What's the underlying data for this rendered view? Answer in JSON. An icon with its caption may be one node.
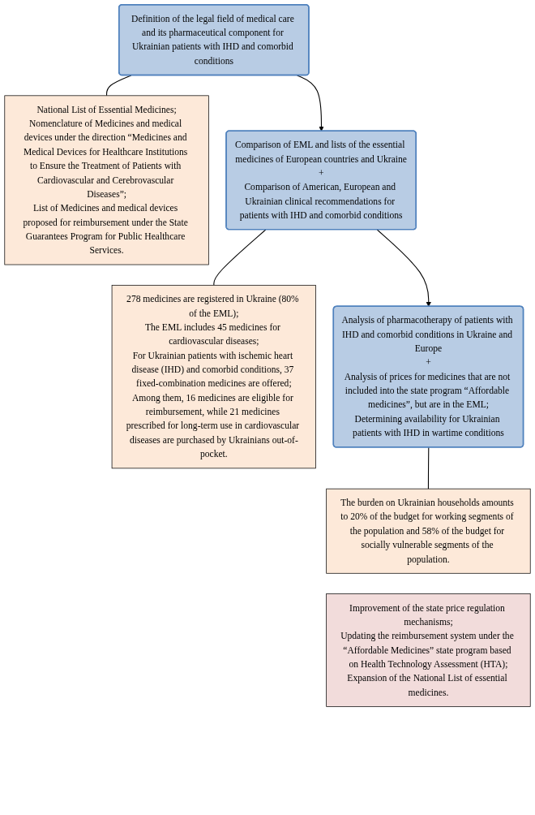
{
  "diagram": {
    "nodes": [
      {
        "text": [
          "Definition of the legal field of medical care and its pharmaceutical component for Ukrainian patients with IHD and comorbid conditions"
        ]
      },
      {
        "text": [
          "National List of Essential Medicines;",
          "Nomenclature of Medicines and medical devices under the direction “Medicines and Medical Devices for Healthcare Institutions to Ensure the Treatment of Patients with Cardiovascular and Cerebrovascular Diseases”;",
          "List of Medicines and medical devices proposed for reimbursement under the State Guarantees Program for Public Healthcare Services."
        ]
      },
      {
        "text": [
          "Comparison of EML and lists of the essential medicines of European countries and Ukraine",
          "+",
          "Comparison of American, European and Ukrainian clinical recommendations for patients with IHD and comorbid conditions"
        ]
      },
      {
        "text": [
          "278 medicines are registered in Ukraine (80% of the EML);",
          "The EML includes 45 medicines for cardiovascular diseases;",
          "For Ukrainian patients with ischemic heart disease (IHD) and comorbid conditions, 37 fixed-combination medicines are offered;",
          "Among them, 16 medicines are eligible for reimbursement, while 21 medicines prescribed for long-term use in cardiovascular diseases are purchased by Ukrainians out-of-pocket."
        ]
      },
      {
        "text": [
          "Analysis of pharmacotherapy of patients with IHD and comorbid conditions in Ukraine and Europe",
          "+",
          "Analysis of prices for medicines that are not included into the state program “Affordable medicines”, but are in the EML;",
          "Determining availability for Ukrainian patients with IHD in wartime conditions"
        ]
      },
      {
        "text": [
          "The burden on Ukrainian households amounts to 20% of the budget for working segments of the population and 58% of the budget for socially vulnerable segments of the population."
        ]
      },
      {
        "text": [
          "Improvement of the state price regulation mechanisms;",
          "Updating the reimbursement system under the “Affordable Medicines” state program based on Health Technology Assessment (HTA);",
          "Expansion of the National List of essential medicines."
        ]
      }
    ],
    "edges": [
      {
        "from": 0,
        "to": 1,
        "arrow": "none"
      },
      {
        "from": 0,
        "to": 2,
        "arrow": "to"
      },
      {
        "from": 2,
        "to": 3,
        "arrow": "none"
      },
      {
        "from": 2,
        "to": 4,
        "arrow": "to"
      },
      {
        "from": 4,
        "to": 5,
        "arrow": "none"
      }
    ]
  }
}
